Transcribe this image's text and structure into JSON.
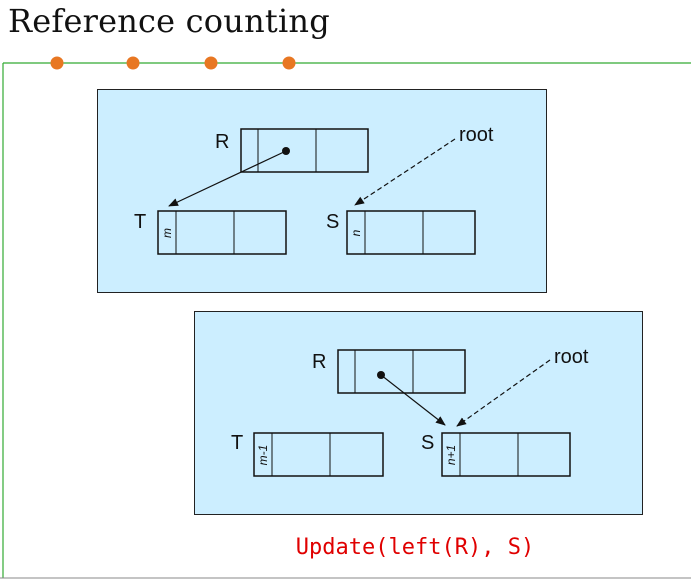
{
  "title": "Reference counting",
  "colors": {
    "frame_line": "#33aa33",
    "bullet": "#e87722",
    "panel_bg": "#cceeff",
    "caption": "#e00000"
  },
  "panels": [
    {
      "node_labels": {
        "r": "R",
        "t": "T",
        "s": "S",
        "root": "root"
      },
      "counts": {
        "t": "m",
        "s": "n"
      }
    },
    {
      "node_labels": {
        "r": "R",
        "t": "T",
        "s": "S",
        "root": "root"
      },
      "counts": {
        "t": "m-1",
        "s": "n+1"
      }
    }
  ],
  "caption": "Update(left(R), S)"
}
